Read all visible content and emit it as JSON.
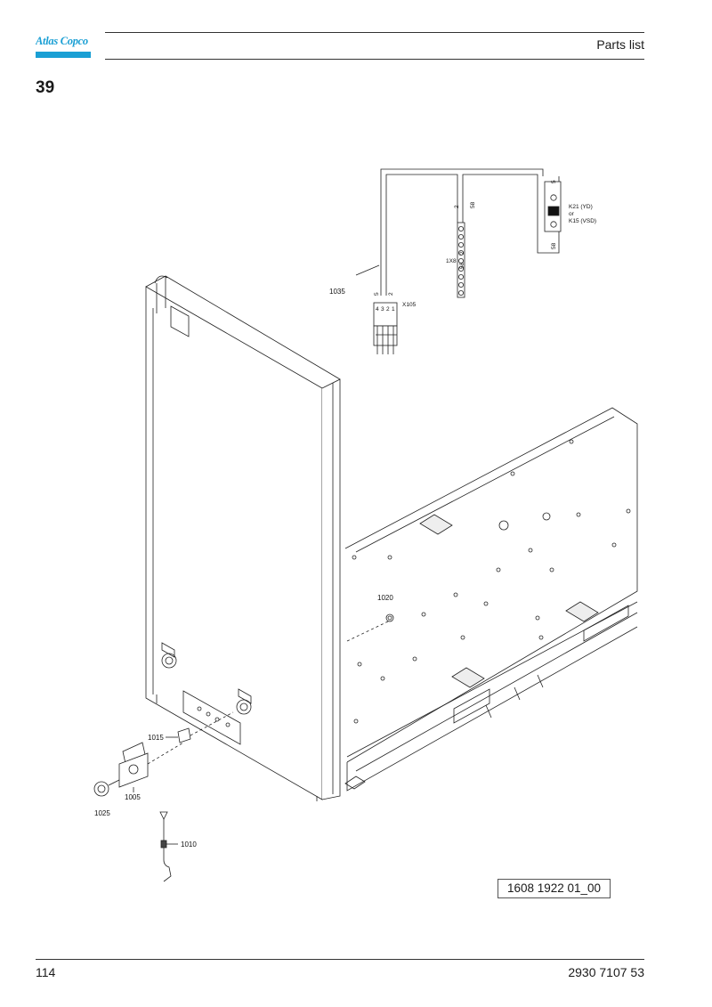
{
  "header": {
    "brand": "Atlas Copco",
    "title": "Parts list"
  },
  "section_number": "39",
  "drawing": {
    "reference": "1608 1922 01_00",
    "callouts": {
      "c1035": "1035",
      "c1020": "1020",
      "c1015": "1015",
      "c1005": "1005",
      "c1025": "1025",
      "c1010": "1010"
    },
    "labels": {
      "x105": "X105",
      "x105_pin_a": "5",
      "x105_pin_b": "2",
      "x105_terms": [
        "4",
        "3",
        "2",
        "1"
      ],
      "x8": "1X8",
      "x8_top_a": "2",
      "x8_top_b": "58",
      "x8_row_2": "2",
      "x8_row_58": "58",
      "k_top": "5",
      "k_bottom": "58",
      "k_line1": "K21 (YD)",
      "k_line2": "or",
      "k_line3": "K15 (VSD)"
    }
  },
  "footer": {
    "page_number": "114",
    "doc_number": "2930 7107 53"
  }
}
